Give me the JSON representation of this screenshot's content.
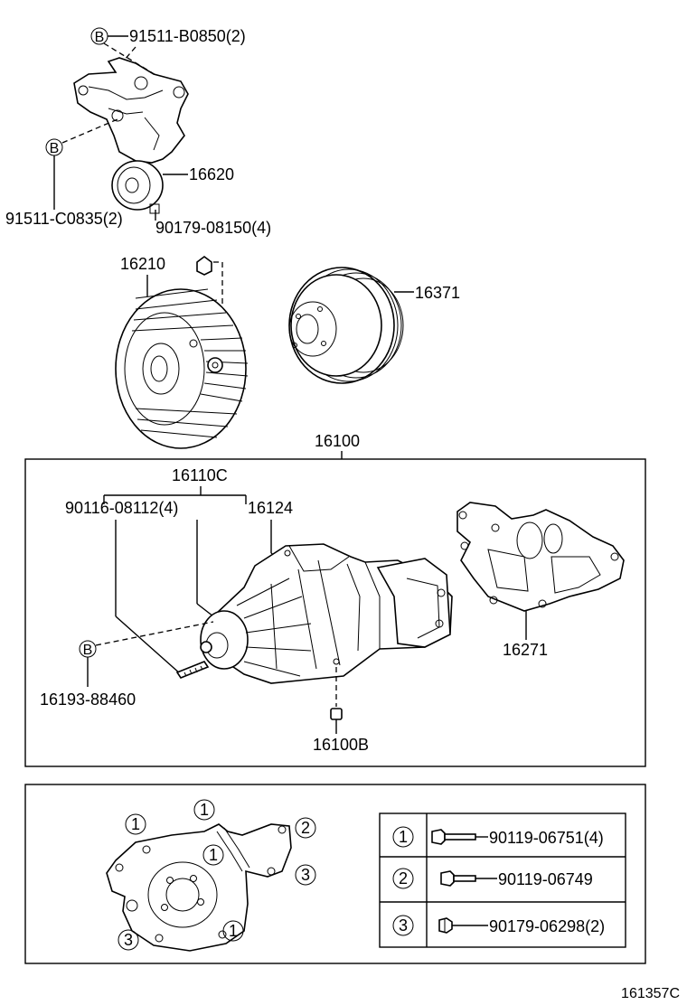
{
  "diagram_id": "161357C",
  "callouts": {
    "bolt_b_top": "91511-B0850(2)",
    "bolt_c": "91511-C0835(2)",
    "idler": "16620",
    "nut_90179": "90179-08150(4)",
    "fan_coupling": "16210",
    "pulley": "16371",
    "assembly": "16100",
    "pump": "16110C",
    "stud_label": "90116-08112(4)",
    "housing": "16124",
    "gasket": "16271",
    "hose_fitting": "16193-88460",
    "plug": "16100B"
  },
  "marker_b": "B",
  "bolt_positions": {
    "num1": "1",
    "num2": "2",
    "num3": "3"
  },
  "legend": [
    {
      "num": "1",
      "part": "90119-06751(4)"
    },
    {
      "num": "2",
      "part": "90119-06749"
    },
    {
      "num": "3",
      "part": "90179-06298(2)"
    }
  ]
}
